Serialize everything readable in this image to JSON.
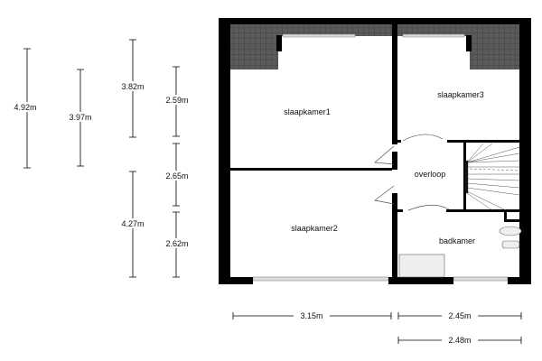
{
  "rooms": {
    "slaapkamer1": "slaapkamer1",
    "slaapkamer2": "slaapkamer2",
    "slaapkamer3": "slaapkamer3",
    "overloop": "overloop",
    "badkamer": "badkamer"
  },
  "dimensions": {
    "v1": "4.92m",
    "v2": "3.97m",
    "v3": "3.82m",
    "v4": "2.59m",
    "v5": "2.65m",
    "v6": "4.27m",
    "v7": "2.62m",
    "h1": "3.15m",
    "h2": "2.45m",
    "h3": "2.48m"
  },
  "colors": {
    "wall": "#000000",
    "roof": "#555555"
  }
}
